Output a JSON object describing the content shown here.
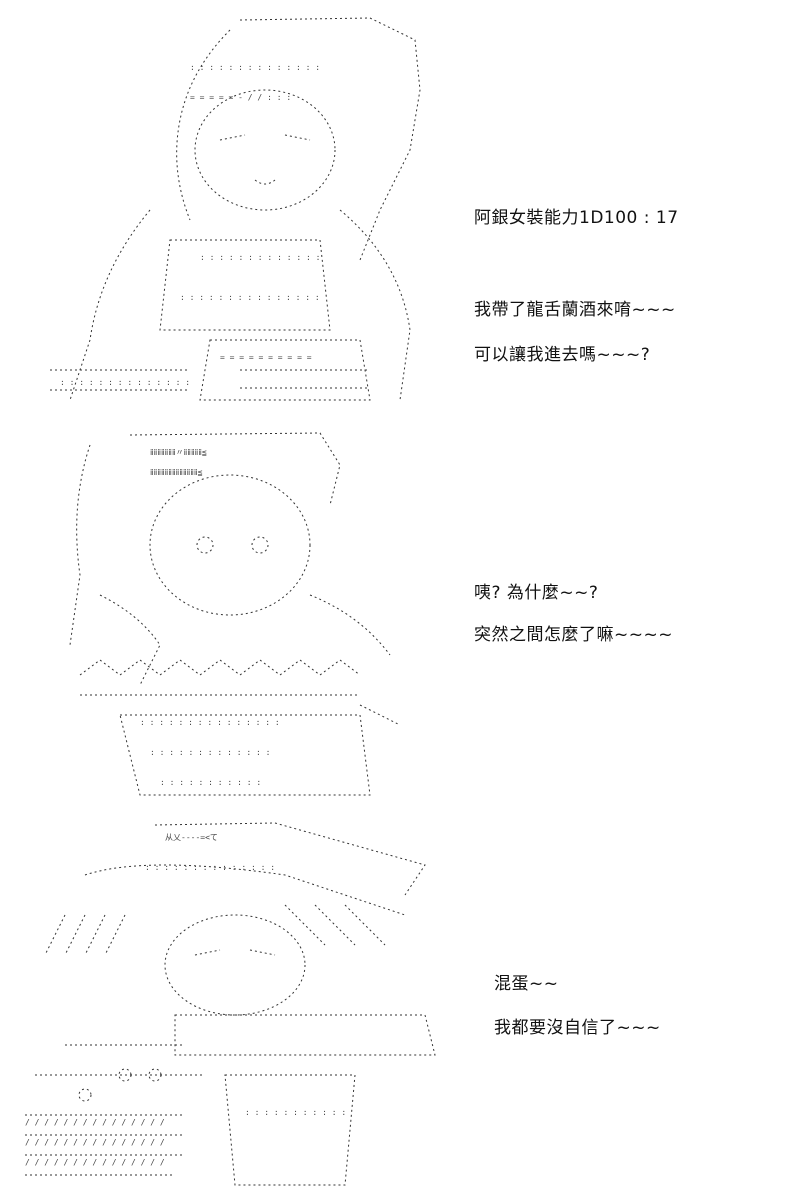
{
  "panels": [
    {
      "art_icon": "ascii-art-character-pose-1",
      "lines": [
        "阿銀女裝能力1D100 : 17",
        "我帶了龍舌蘭酒來唷~~~",
        "可以讓我進去嗎~~~?"
      ]
    },
    {
      "art_icon": "ascii-art-character-pose-2",
      "lines": [
        "咦? 為什麼~~?",
        "突然之間怎麼了嘛~~~~"
      ]
    },
    {
      "art_icon": "ascii-art-character-pose-3",
      "lines": [
        "混蛋~~",
        "我都要沒自信了~~~"
      ]
    }
  ],
  "colors": {
    "background": "#ffffff",
    "ink": "#111111"
  }
}
